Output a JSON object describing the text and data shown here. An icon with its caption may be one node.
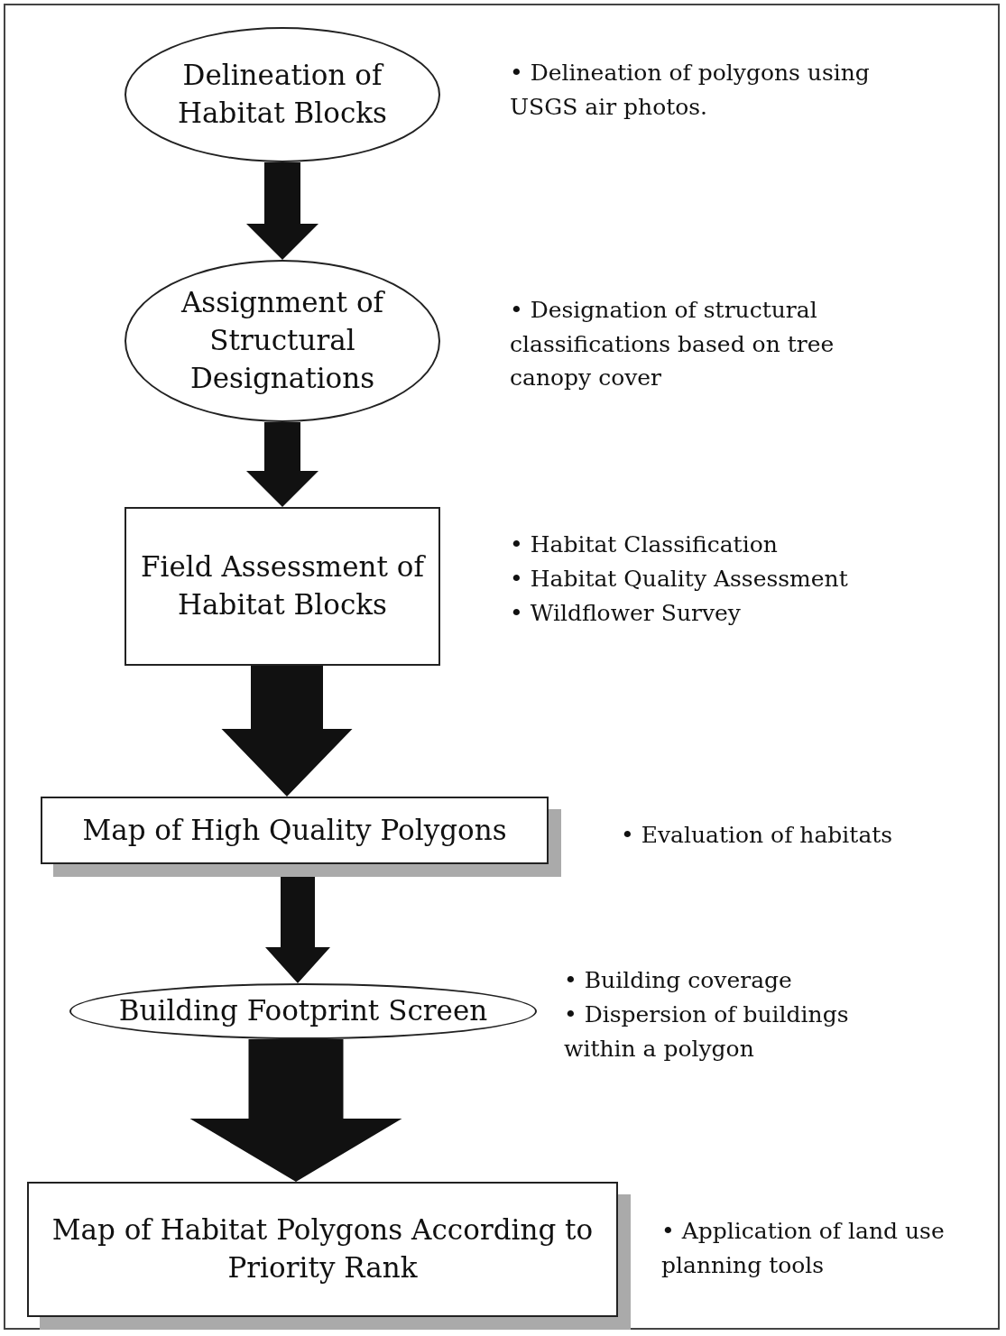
{
  "diagram": {
    "nodes": [
      {
        "text": [
          "Delineation of Habitat Blocks"
        ],
        "beside": [
          "• Delineation of polygons using USGS air photos."
        ]
      },
      {
        "text": [
          "Assignment of Structural Designations"
        ],
        "beside": [
          "• Designation of structural classifications based on tree canopy cover"
        ]
      },
      {
        "text": [
          "Field Assessment of Habitat Blocks"
        ],
        "beside": [
          "• Habitat Classification",
          "• Habitat Quality Assessment",
          "• Wildflower Survey"
        ]
      },
      {
        "text": [
          "Map of High Quality Polygons"
        ],
        "beside": [
          "• Evaluation of habitats"
        ]
      },
      {
        "text": [
          "Building Footprint Screen"
        ],
        "beside": [
          "• Building coverage",
          "• Dispersion of buildings within a polygon"
        ]
      },
      {
        "text": [
          "Map of Habitat Polygons According to Priority Rank"
        ],
        "beside": [
          "• Application of land use planning tools"
        ]
      }
    ],
    "edges": [
      {
        "from": 0,
        "to": 1,
        "arrow": "to"
      },
      {
        "from": 1,
        "to": 2,
        "arrow": "to"
      },
      {
        "from": 2,
        "to": 3,
        "arrow": "to"
      },
      {
        "from": 3,
        "to": 4,
        "arrow": "to"
      },
      {
        "from": 4,
        "to": 5,
        "arrow": "to"
      }
    ]
  }
}
